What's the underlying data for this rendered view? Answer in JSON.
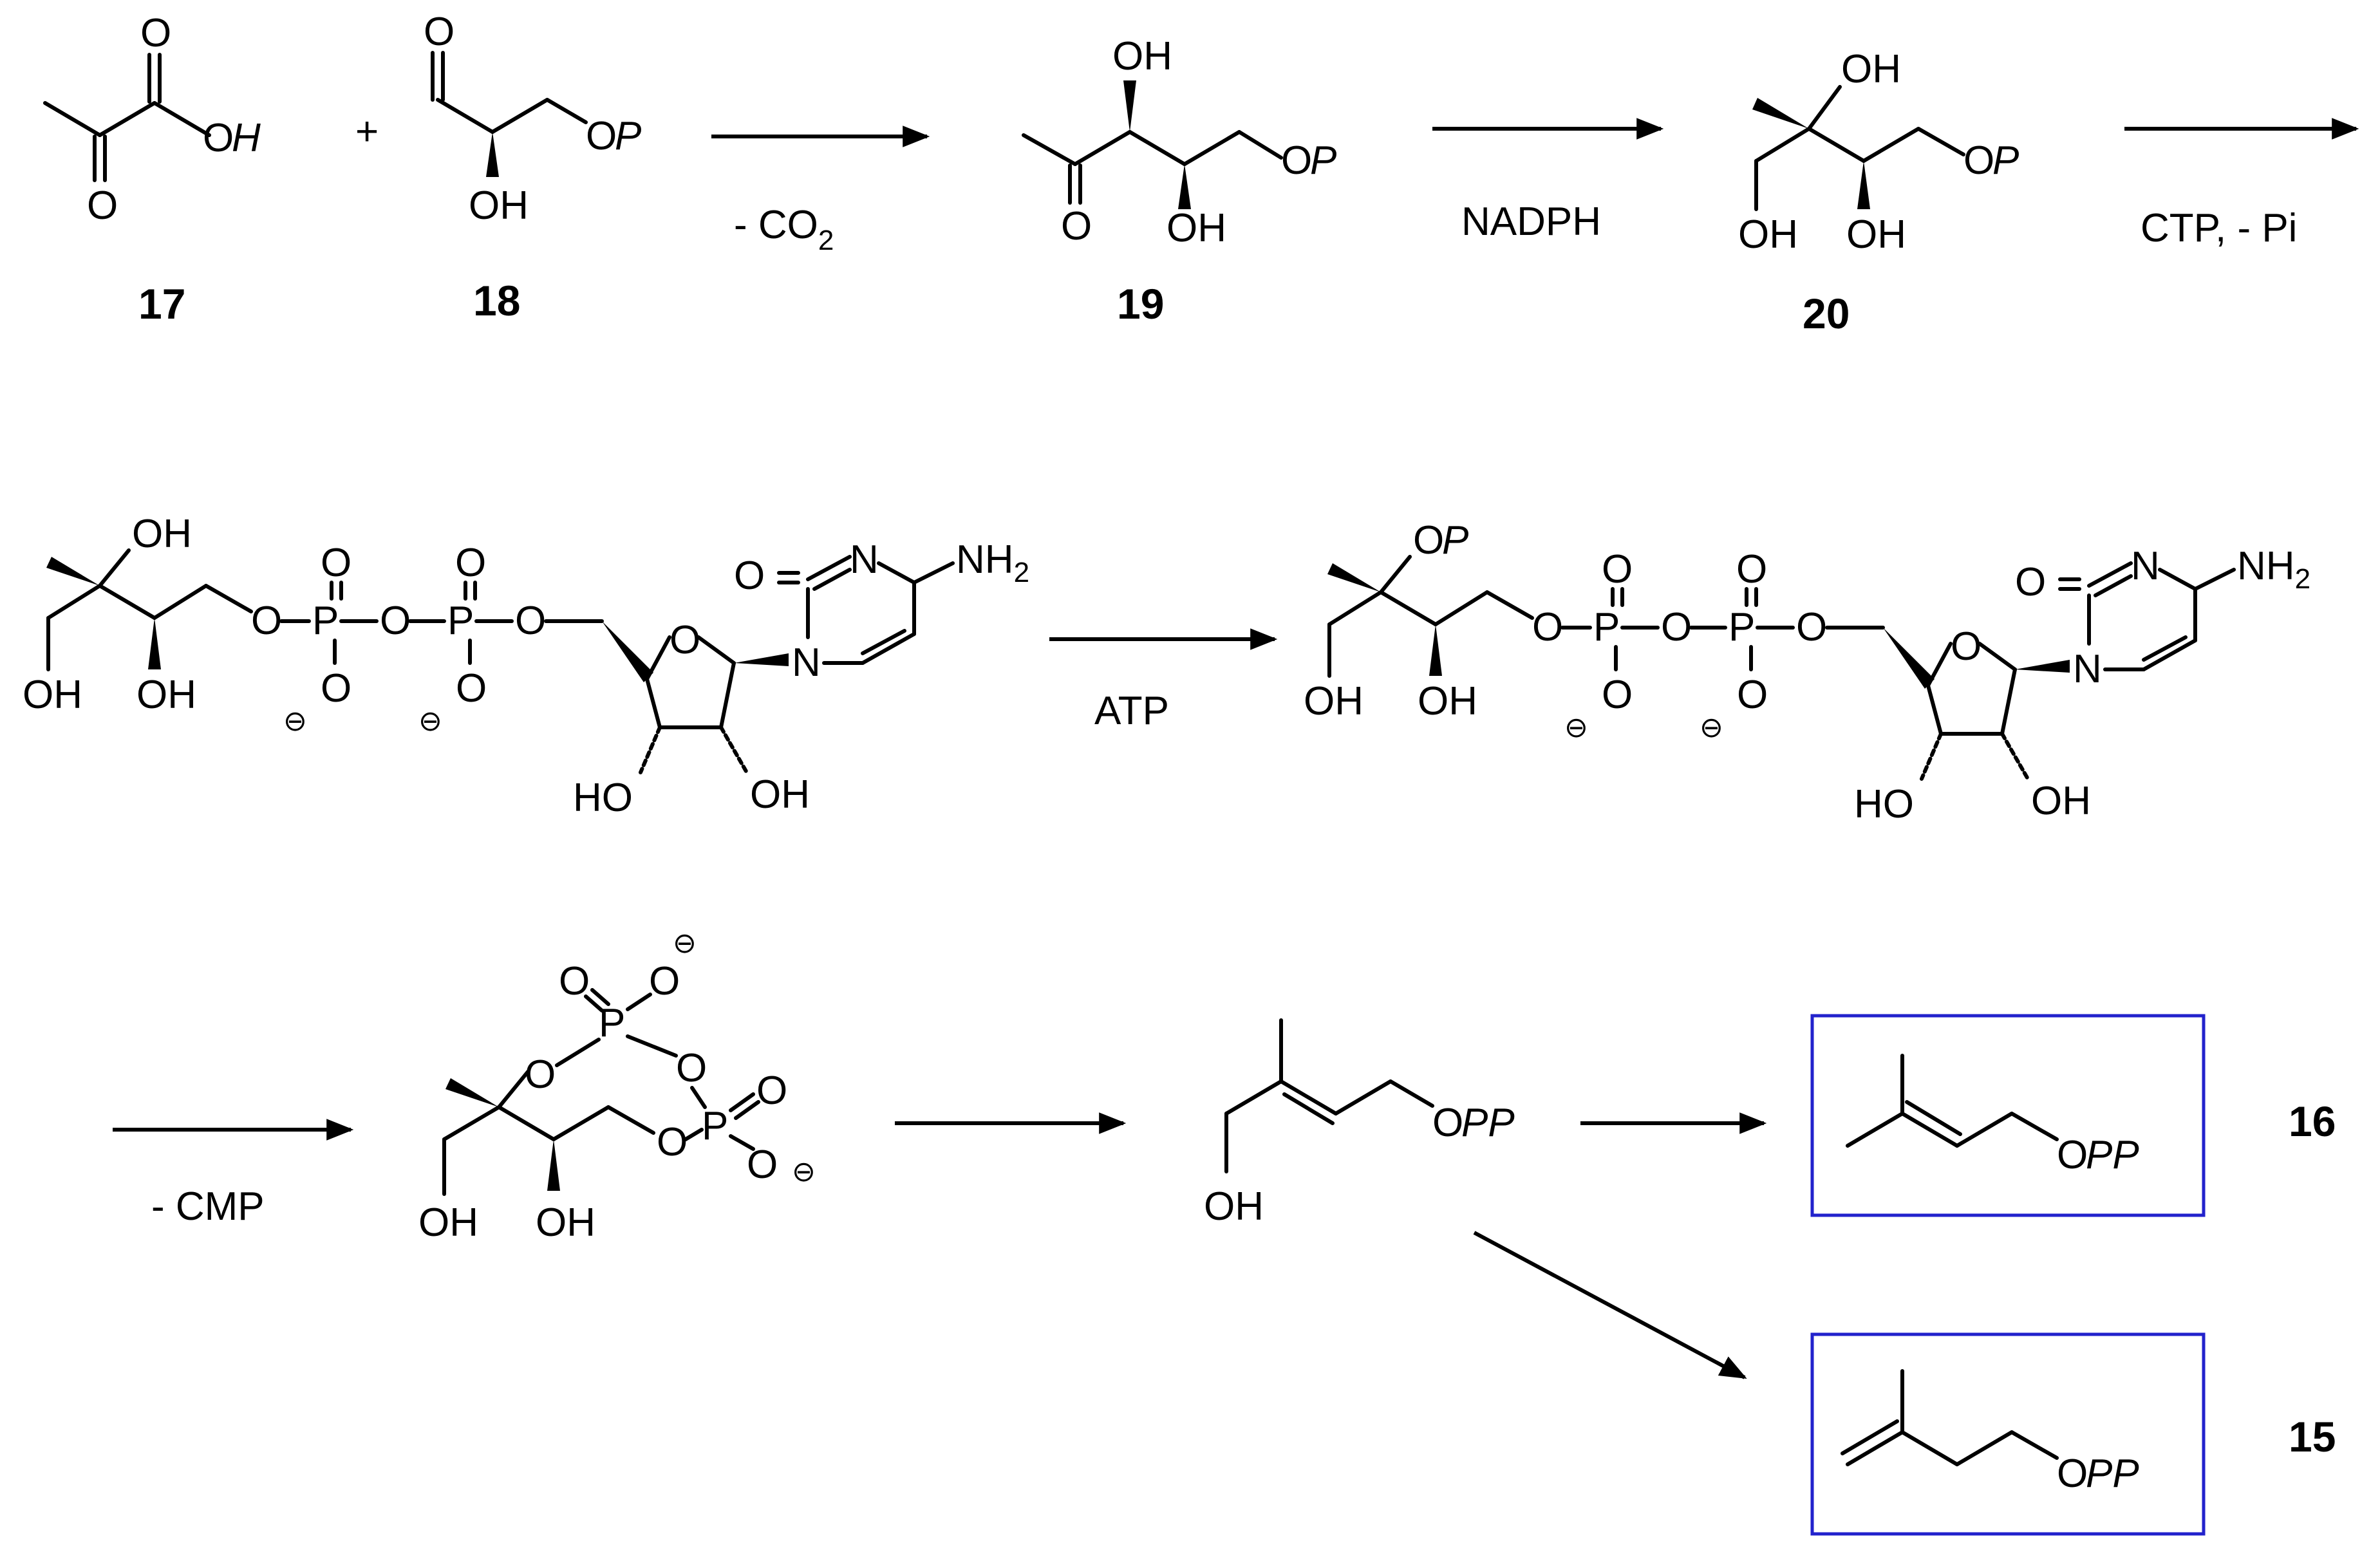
{
  "compounds": {
    "c17": "17",
    "c18": "18",
    "c19": "19",
    "c20": "20",
    "c16": "16",
    "c15": "15"
  },
  "reagents": {
    "plus": "+",
    "minus_co2_main": "- CO",
    "minus_co2_sub": "2",
    "nadph": "NADPH",
    "ctp": "CTP,  - Pi",
    "atp": "ATP",
    "minus_cmp": "- CMP"
  },
  "labels": {
    "O": "O",
    "P": "P",
    "OH": "OH",
    "HO": "HO",
    "H": "H",
    "N": "N",
    "NH": "NH",
    "sub2": "2",
    "minus": "⊖"
  },
  "colors": {
    "box_border": "#2222cc"
  }
}
